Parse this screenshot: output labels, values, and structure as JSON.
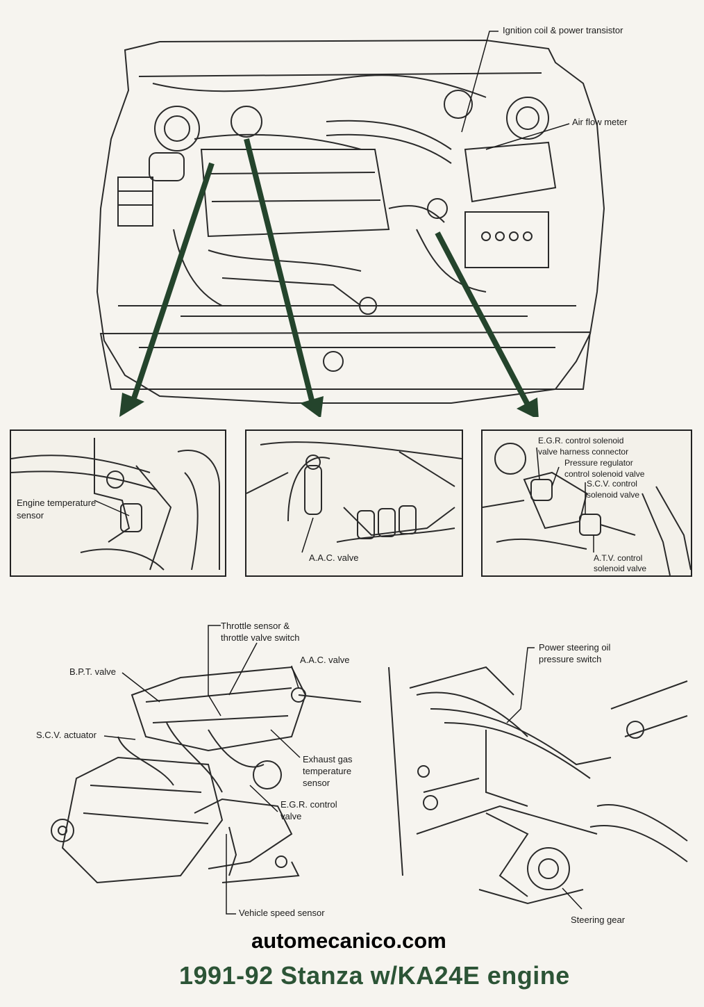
{
  "callouts": {
    "ignition_coil": "Ignition coil & power transistor",
    "air_flow_meter": "Air flow meter",
    "engine_temp_sensor_l1": "Engine temperature",
    "engine_temp_sensor_l2": "sensor",
    "aac_valve_inset": "A.A.C. valve",
    "egr_harness_l1": "E.G.R. control solenoid",
    "egr_harness_l2": "valve harness connector",
    "pressure_reg_l1": "Pressure regulator",
    "pressure_reg_l2": "control solenoid valve",
    "scv_control_l1": "S.C.V. control",
    "scv_control_l2": "solenoid valve",
    "atv_control_l1": "A.T.V. control",
    "atv_control_l2": "solenoid valve",
    "throttle_sensor_l1": "Throttle sensor &",
    "throttle_sensor_l2": "throttle valve switch",
    "aac_valve_lower": "A.A.C. valve",
    "bpt_valve": "B.P.T. valve",
    "scv_actuator": "S.C.V. actuator",
    "exhaust_gas_l1": "Exhaust gas",
    "exhaust_gas_l2": "temperature",
    "exhaust_gas_l3": "sensor",
    "egr_control_l1": "E.G.R. control",
    "egr_control_l2": "valve",
    "vehicle_speed_sensor": "Vehicle speed sensor",
    "ps_switch_l1": "Power steering oil",
    "ps_switch_l2": "pressure switch",
    "steering_gear": "Steering gear"
  },
  "footer": {
    "website": "automecanico.com",
    "title": "1991-92 Stanza w/KA24E engine"
  },
  "colors": {
    "ink": "#1b1b1b",
    "arrow": "#24442c",
    "title": "#2c5436",
    "paper": "#f6f4ef"
  }
}
